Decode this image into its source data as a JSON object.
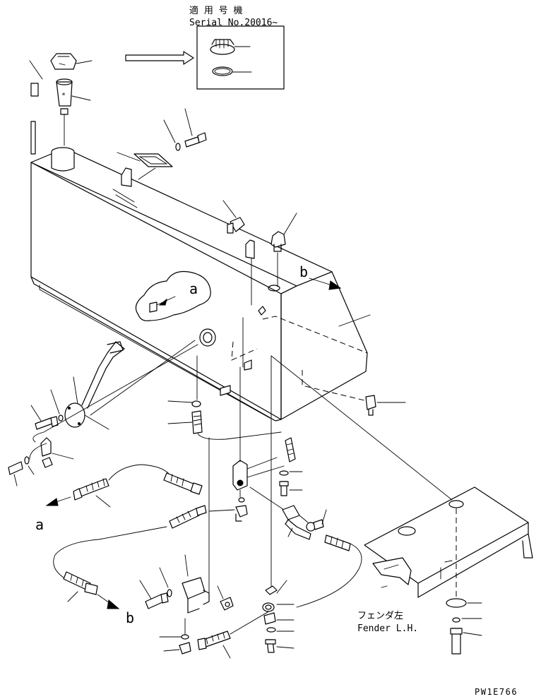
{
  "applicability": {
    "jp_label": "適 用 号 機",
    "serial_label": "Serial No.20016~"
  },
  "callouts": {
    "a_upper": "a",
    "b_upper": "b",
    "a_lower": "a",
    "b_lower": "b"
  },
  "fender": {
    "jp_label": "フェンダ左",
    "en_label": "Fender L.H."
  },
  "drawing_code": "PW1E766",
  "icons": {
    "fuel_tank": "fuel-tank-icon",
    "filler_cap": "filler-cap-icon",
    "strainer": "strainer-icon",
    "drain_plug": "drain-plug-icon",
    "fuel_gauge": "fuel-gauge-icon",
    "fuel_hose": "fuel-hose-icon",
    "fender": "fender-icon"
  }
}
